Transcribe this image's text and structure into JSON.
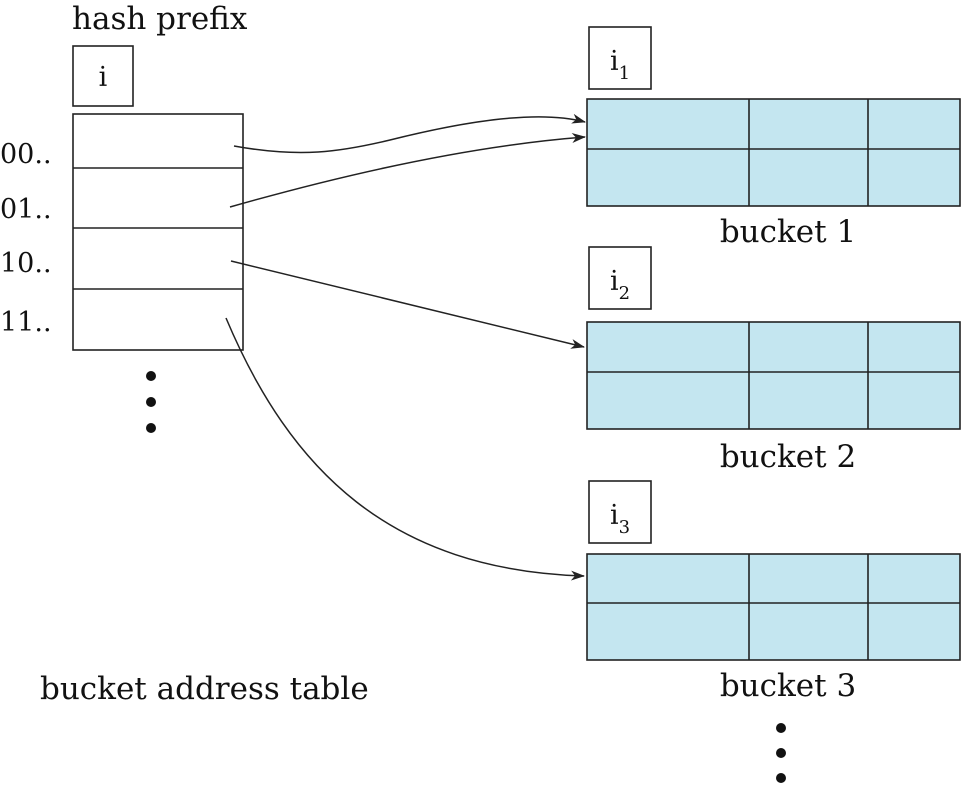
{
  "diagram": {
    "hash_prefix_label": "hash prefix",
    "global_depth_symbol": "i",
    "table_label": "bucket address table",
    "table_entries": [
      "00..",
      "01..",
      "10..",
      "11.."
    ],
    "buckets": [
      {
        "depth_base": "i",
        "depth_sub": "1",
        "label": "bucket 1"
      },
      {
        "depth_base": "i",
        "depth_sub": "2",
        "label": "bucket 2"
      },
      {
        "depth_base": "i",
        "depth_sub": "3",
        "label": "bucket 3"
      }
    ],
    "colors": {
      "bucket_fill": "#c4e6f0",
      "stroke": "#222222"
    }
  }
}
